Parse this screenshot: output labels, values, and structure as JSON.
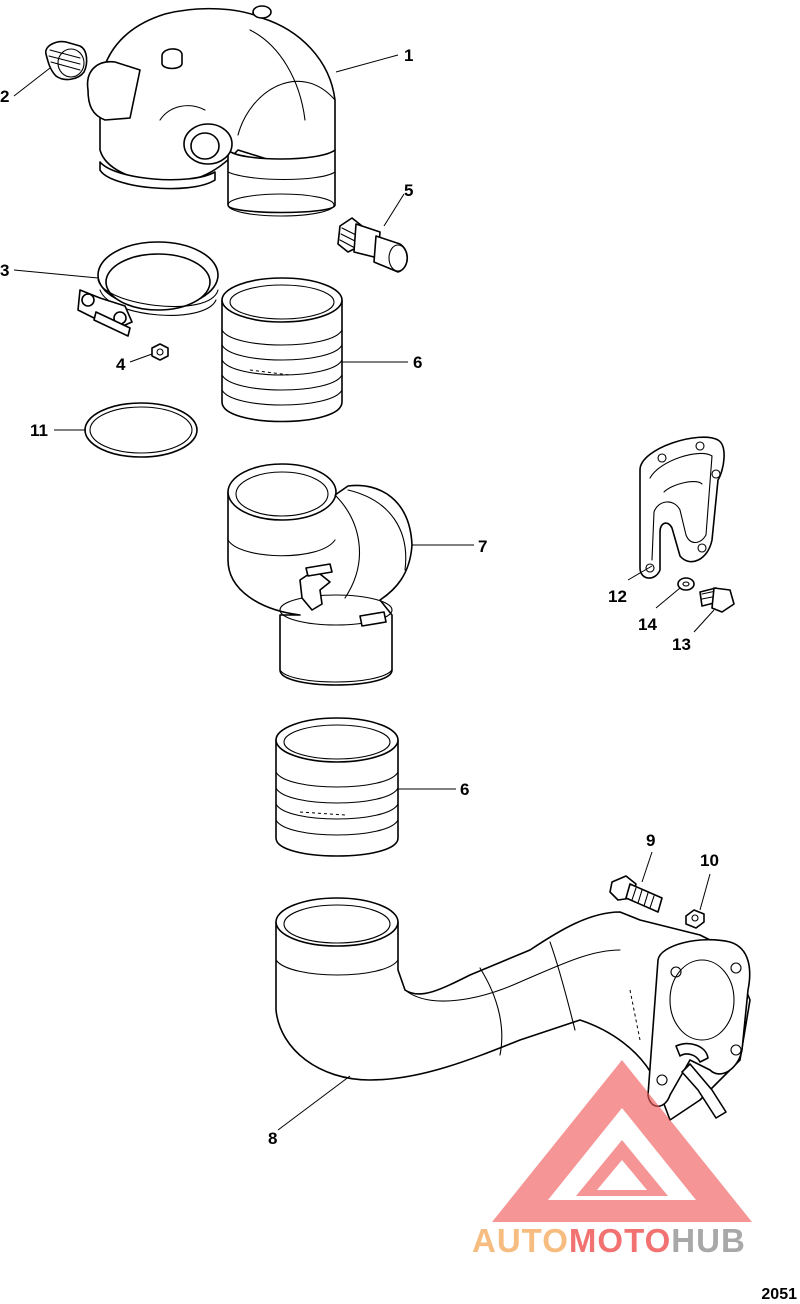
{
  "figure_number": "2051",
  "callouts": [
    "1",
    "2",
    "3",
    "4",
    "5",
    "6",
    "6",
    "7",
    "8",
    "9",
    "10",
    "11",
    "12",
    "13",
    "14"
  ],
  "watermark": {
    "parts": [
      "AUTO",
      "MOTO",
      "HUB"
    ],
    "colors": {
      "accent": "#f6b26b",
      "red": "#f05a5a",
      "gray": "#9a9a9a"
    }
  }
}
